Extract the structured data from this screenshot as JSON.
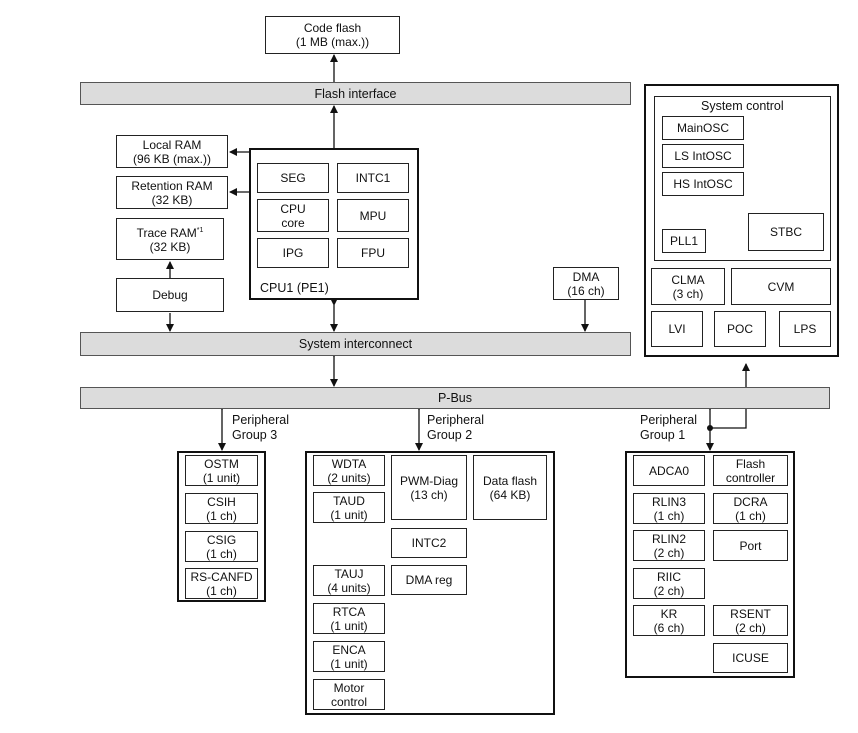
{
  "code_flash": {
    "line1": "Code flash",
    "line2": "(1 MB (max.))"
  },
  "flash_interface": "Flash interface",
  "local_ram": {
    "line1": "Local RAM",
    "line2": "(96 KB (max.))"
  },
  "retention_ram": {
    "line1": "Retention RAM",
    "line2": "(32 KB)"
  },
  "trace_ram": {
    "line1": "Trace RAM",
    "sup": "*1",
    "line2": "(32 KB)"
  },
  "debug": "Debug",
  "cpu": {
    "label": "CPU1 (PE1)",
    "seg": "SEG",
    "intc1": "INTC1",
    "cpu_core": {
      "line1": "CPU",
      "line2": "core"
    },
    "mpu": "MPU",
    "ipg": "IPG",
    "fpu": "FPU"
  },
  "dma": {
    "line1": "DMA",
    "line2": "(16 ch)"
  },
  "system_interconnect": "System interconnect",
  "pbus": "P-Bus",
  "system_control": {
    "title": "System control",
    "mainosc": "MainOSC",
    "ls_intosc": "LS IntOSC",
    "hs_intosc": "HS IntOSC",
    "pll1": "PLL1",
    "stbc": "STBC",
    "clma": {
      "line1": "CLMA",
      "line2": "(3 ch)"
    },
    "cvm": "CVM",
    "lvi": "LVI",
    "poc": "POC",
    "lps": "LPS"
  },
  "group3": {
    "label": {
      "line1": "Peripheral",
      "line2": "Group 3"
    },
    "ostm": {
      "line1": "OSTM",
      "line2": "(1 unit)"
    },
    "csih": {
      "line1": "CSIH",
      "line2": "(1 ch)"
    },
    "csig": {
      "line1": "CSIG",
      "line2": "(1 ch)"
    },
    "rscanfd": {
      "line1": "RS-CANFD",
      "line2": "(1 ch)"
    }
  },
  "group2": {
    "label": {
      "line1": "Peripheral",
      "line2": "Group 2"
    },
    "wdta": {
      "line1": "WDTA",
      "line2": "(2 units)"
    },
    "taud": {
      "line1": "TAUD",
      "line2": "(1 unit)"
    },
    "pwm_diag": {
      "line1": "PWM-Diag",
      "line2": "(13 ch)"
    },
    "data_flash": {
      "line1": "Data flash",
      "line2": "(64 KB)"
    },
    "intc2": "INTC2",
    "tauj": {
      "line1": "TAUJ",
      "line2": "(4 units)"
    },
    "dma_reg": "DMA reg",
    "rtca": {
      "line1": "RTCA",
      "line2": "(1 unit)"
    },
    "enca": {
      "line1": "ENCA",
      "line2": "(1 unit)"
    },
    "motor_control": {
      "line1": "Motor",
      "line2": "control"
    }
  },
  "group1": {
    "label": {
      "line1": "Peripheral",
      "line2": "Group 1"
    },
    "adca0": "ADCA0",
    "flash_controller": {
      "line1": "Flash",
      "line2": "controller"
    },
    "rlin3": {
      "line1": "RLIN3",
      "line2": "(1 ch)"
    },
    "dcra": {
      "line1": "DCRA",
      "line2": "(1 ch)"
    },
    "rlin2": {
      "line1": "RLIN2",
      "line2": "(2 ch)"
    },
    "port": "Port",
    "riic": {
      "line1": "RIIC",
      "line2": "(2 ch)"
    },
    "kr": {
      "line1": "KR",
      "line2": "(6 ch)"
    },
    "rsent": {
      "line1": "RSENT",
      "line2": "(2 ch)"
    },
    "icuse": "ICUSE"
  }
}
